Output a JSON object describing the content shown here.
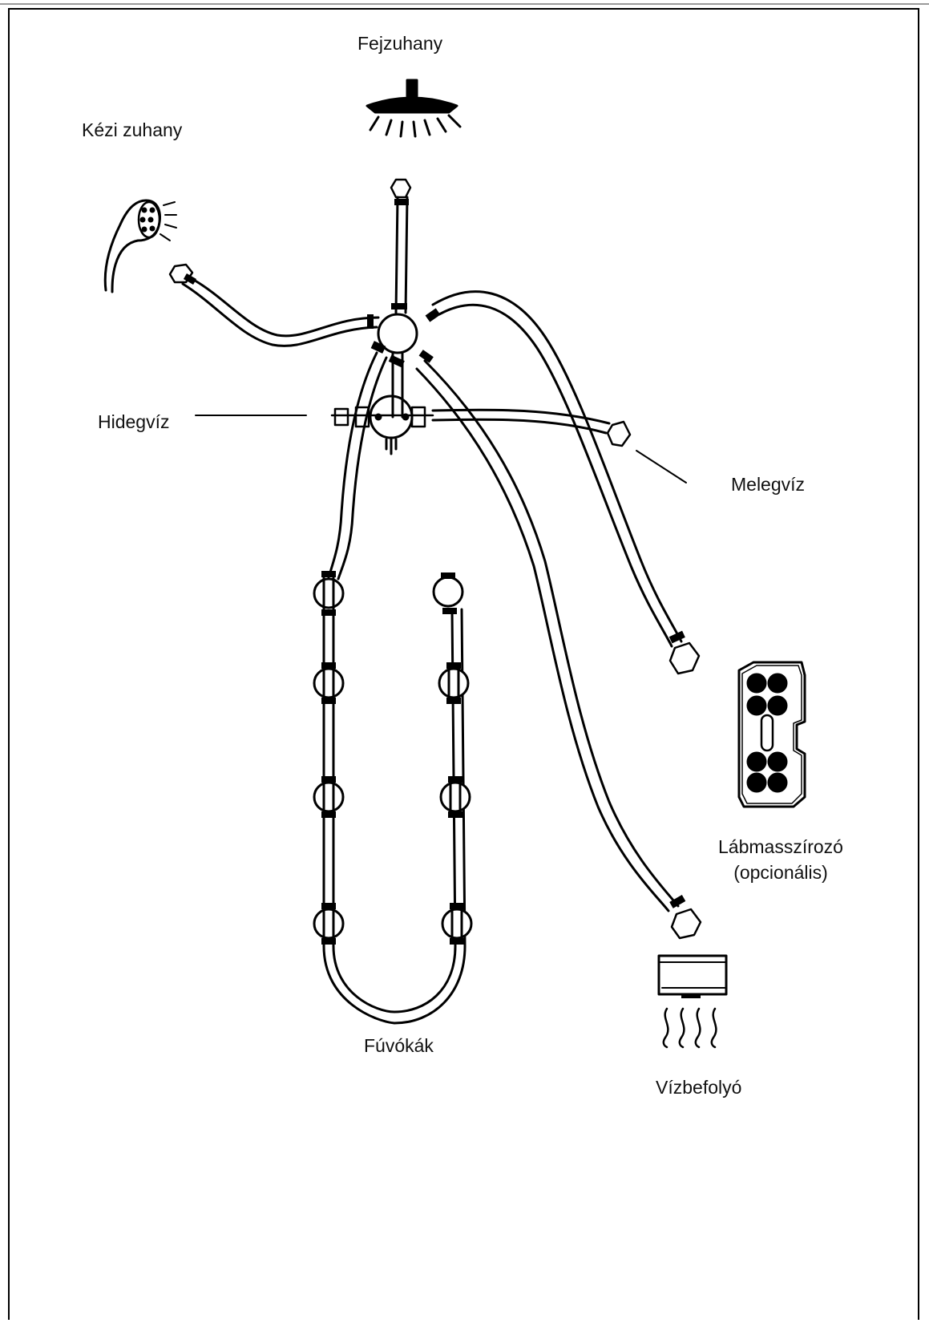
{
  "labels": {
    "head_shower": "Fejzuhany",
    "hand_shower": "Kézi zuhany",
    "cold_water": "Hidegvíz",
    "hot_water": "Melegvíz",
    "foot_massager_line1": "Lábmasszírozó",
    "foot_massager_line2": "(opcionális)",
    "jets": "Fúvókák",
    "water_inlet": "Vízbefolyó"
  },
  "colors": {
    "line": "#000000",
    "background": "#ffffff",
    "top_rule": "#9a9a9a"
  }
}
